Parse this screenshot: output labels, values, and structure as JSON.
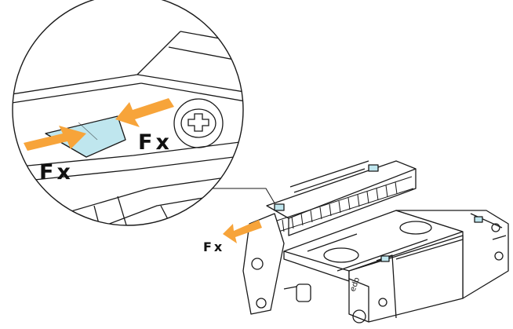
{
  "labels": {
    "zoom_fx_right": "Fx",
    "zoom_fx_left": "Fx",
    "body_fx": "Fx"
  },
  "colors": {
    "arrow": "#f7a43a",
    "tab": "#bfe6ee",
    "line": "#1a1a1a",
    "background": "#ffffff"
  },
  "icons": {
    "screw": "phillips-screw-icon"
  }
}
